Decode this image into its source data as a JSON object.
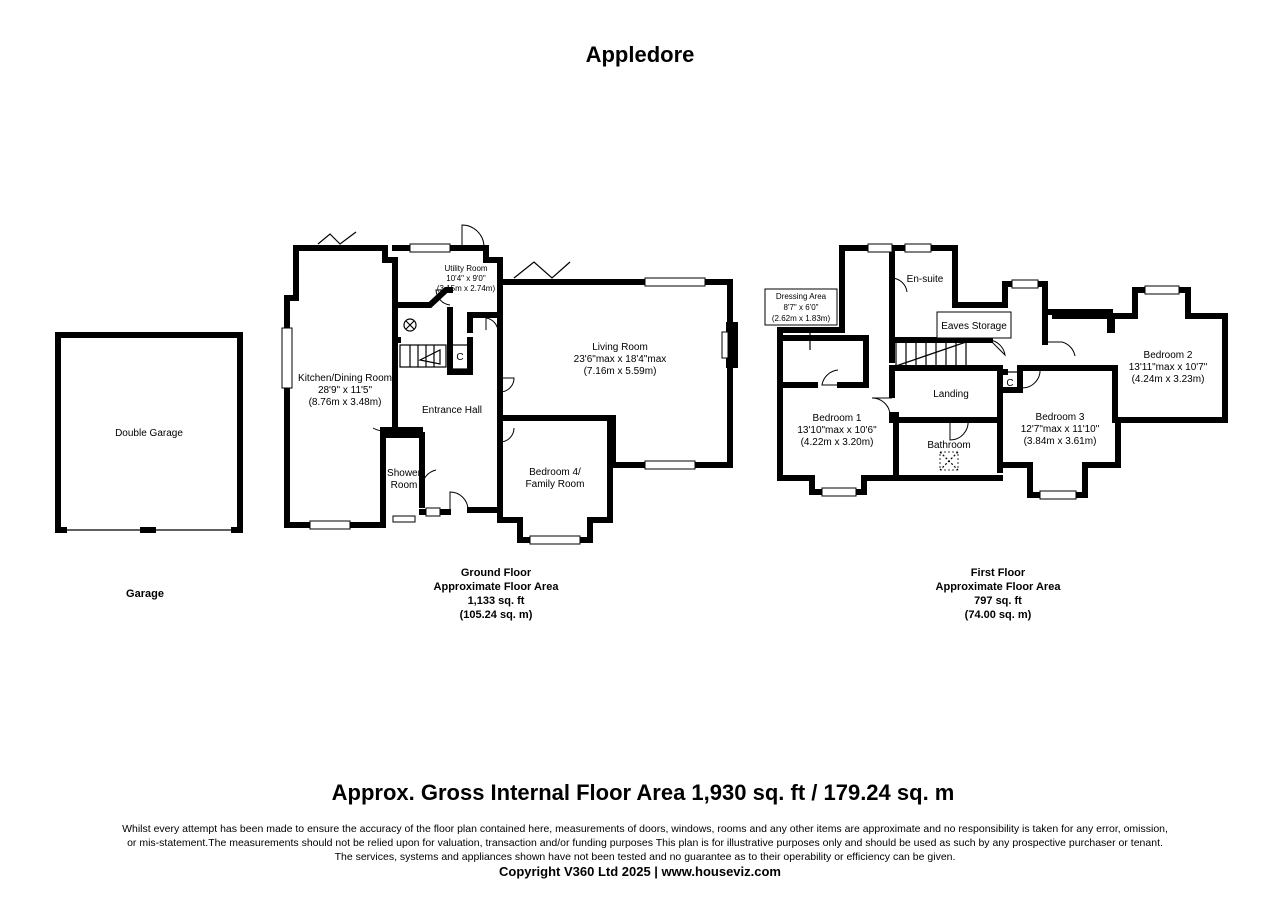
{
  "title": "Appledore",
  "garage": {
    "room": "Double Garage",
    "caption": "Garage"
  },
  "ground_floor": {
    "caption": [
      "Ground Floor",
      "Approximate Floor Area",
      "1,133 sq. ft",
      "(105.24 sq. m)"
    ],
    "rooms": {
      "utility": [
        "Utility Room",
        "10'4\" x 9'0\"",
        "(3.15m x 2.74m)"
      ],
      "kitchen": [
        "Kitchen/Dining Room",
        "28'9\" x 11'5\"",
        "(8.76m x 3.48m)"
      ],
      "living": [
        "Living Room",
        "23'6\"max x 18'4\"max",
        "(7.16m x 5.59m)"
      ],
      "entrance": [
        "Entrance Hall"
      ],
      "shower": [
        "Shower",
        "Room"
      ],
      "bedroom4": [
        "Bedroom 4/",
        "Family Room"
      ],
      "cupboard": "C"
    }
  },
  "first_floor": {
    "caption": [
      "First Floor",
      "Approximate Floor Area",
      "797 sq. ft",
      "(74.00 sq. m)"
    ],
    "rooms": {
      "dressing": [
        "Dressing Area",
        "8'7\" x 6'0\"",
        "(2.62m x 1.83m)"
      ],
      "ensuite": [
        "En-suite"
      ],
      "eaves": [
        "Eaves Storage"
      ],
      "bedroom2": [
        "Bedroom 2",
        "13'11\"max x 10'7\"",
        "(4.24m x 3.23m)"
      ],
      "bedroom1": [
        "Bedroom 1",
        "13'10\"max x 10'6\"",
        "(4.22m x 3.20m)"
      ],
      "landing": [
        "Landing"
      ],
      "bathroom": [
        "Bathroom"
      ],
      "bedroom3": [
        "Bedroom 3",
        "12'7\"max x 11'10\"",
        "(3.84m x 3.61m)"
      ],
      "cupboard": "C"
    }
  },
  "gross_area": "Approx. Gross Internal Floor Area 1,930 sq. ft / 179.24 sq. m",
  "disclaimer": [
    "Whilst every attempt has been made to ensure the accuracy of the floor plan contained here, measurements of doors, windows, rooms and any other items are approximate and no responsibility is taken for any error, omission,",
    "or mis-statement.The measurements should not be relied upon for valuation, transaction and/or funding purposes This plan is for illustrative purposes only and should be used as such by any prospective purchaser or tenant.",
    "The services, systems and appliances shown have not been tested and no guarantee as to their operability or efficiency can be given."
  ],
  "copyright": "Copyright V360 Ltd 2025 | www.houseviz.com"
}
